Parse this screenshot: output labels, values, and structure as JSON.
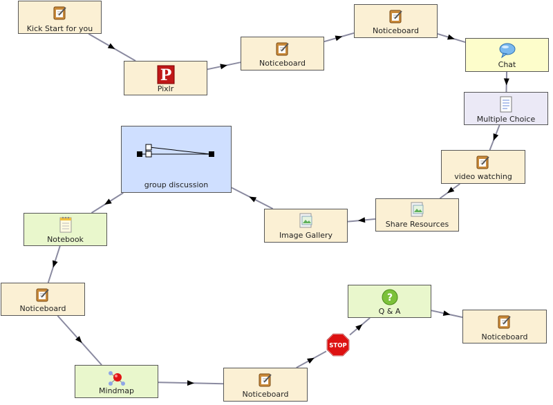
{
  "diagram": {
    "nodes": [
      {
        "id": "kick_start",
        "label": "Kick Start for you",
        "icon": "notebook-pencil-icon",
        "color": "#fbf0d4"
      },
      {
        "id": "pixlr",
        "label": "Pixlr",
        "icon": "pixlr-logo-icon",
        "color": "#fbf0d4"
      },
      {
        "id": "noticeboard_1",
        "label": "Noticeboard",
        "icon": "notebook-pencil-icon",
        "color": "#fbf0d4"
      },
      {
        "id": "noticeboard_2",
        "label": "Noticeboard",
        "icon": "notebook-pencil-icon",
        "color": "#fbf0d4"
      },
      {
        "id": "chat",
        "label": "Chat",
        "icon": "speech-bubble-icon",
        "color": "#fdfdcb"
      },
      {
        "id": "multiple_choice",
        "label": "Multiple Choice",
        "icon": "checklist-icon",
        "color": "#ebe9f6"
      },
      {
        "id": "video_watching",
        "label": "video watching",
        "icon": "notebook-pencil-icon",
        "color": "#fbf0d4"
      },
      {
        "id": "share_resources",
        "label": "Share Resources",
        "icon": "image-file-icon",
        "color": "#fbf0d4"
      },
      {
        "id": "image_gallery",
        "label": "Image Gallery",
        "icon": "image-file-icon",
        "color": "#fbf0d4"
      },
      {
        "id": "group_discussion",
        "label": "group discussion",
        "icon": "branch-diagram-icon",
        "color": "#cfdfff"
      },
      {
        "id": "notebook",
        "label": "Notebook",
        "icon": "notepad-icon",
        "color": "#e9f7cc"
      },
      {
        "id": "noticeboard_3",
        "label": "Noticeboard",
        "icon": "notebook-pencil-icon",
        "color": "#fbf0d4"
      },
      {
        "id": "mindmap",
        "label": "Mindmap",
        "icon": "mindmap-icon",
        "color": "#e9f7cc"
      },
      {
        "id": "noticeboard_4",
        "label": "Noticeboard",
        "icon": "notebook-pencil-icon",
        "color": "#fbf0d4"
      },
      {
        "id": "qa",
        "label": "Q & A",
        "icon": "question-icon",
        "color": "#e9f7cc"
      },
      {
        "id": "noticeboard_5",
        "label": "Noticeboard",
        "icon": "notebook-pencil-icon",
        "color": "#fbf0d4"
      }
    ],
    "stop_gate": {
      "label": "STOP",
      "icon": "stop-sign-icon",
      "color": "#dd1111"
    },
    "edges": [
      [
        "kick_start",
        "pixlr"
      ],
      [
        "pixlr",
        "noticeboard_1"
      ],
      [
        "noticeboard_1",
        "noticeboard_2"
      ],
      [
        "noticeboard_2",
        "chat"
      ],
      [
        "chat",
        "multiple_choice"
      ],
      [
        "multiple_choice",
        "video_watching"
      ],
      [
        "video_watching",
        "share_resources"
      ],
      [
        "share_resources",
        "image_gallery"
      ],
      [
        "image_gallery",
        "group_discussion"
      ],
      [
        "group_discussion",
        "notebook"
      ],
      [
        "notebook",
        "noticeboard_3"
      ],
      [
        "noticeboard_3",
        "mindmap"
      ],
      [
        "mindmap",
        "noticeboard_4"
      ],
      [
        "noticeboard_4",
        "stop_gate"
      ],
      [
        "stop_gate",
        "qa"
      ],
      [
        "qa",
        "noticeboard_5"
      ]
    ],
    "edge_color": "#8a8aa0"
  }
}
